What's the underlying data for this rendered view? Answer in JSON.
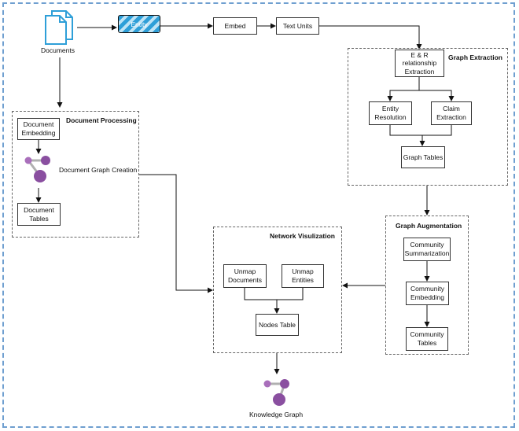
{
  "colors": {
    "frame": "#6f9fd0",
    "accent_blue": "#2e9fd8",
    "node_purple": "#8a4fa0",
    "node_light": "#a96fbb",
    "edge_gray": "#b0b0b0"
  },
  "icons": [
    "documents-icon",
    "graph-icon"
  ],
  "nodes": {
    "documents": "Documents",
    "entity": "Entity",
    "embed": "Embed",
    "text_units": "Text Units",
    "er_extraction": "E & R relationship Extraction",
    "entity_resolution": "Entity Resolution",
    "claim_extraction": "Claim Extraction",
    "graph_tables": "Graph Tables",
    "document_embedding": "Document Embedding",
    "document_graph_creation": "Document Graph Creation",
    "document_tables": "Document Tables",
    "community_summarization": "Community Summarization",
    "community_embedding": "Community Embedding",
    "community_tables": "Community Tables",
    "unmap_documents": "Unmap Documents",
    "unmap_entities": "Unmap Entities",
    "nodes_table": "Nodes Table",
    "knowledge_graph": "Knowledge Graph"
  },
  "groups": {
    "graph_extraction": "Graph Extraction",
    "document_processing": "Document Processing",
    "graph_augmentation": "Graph Augmentation",
    "network_visualization": "Network Visulization"
  }
}
